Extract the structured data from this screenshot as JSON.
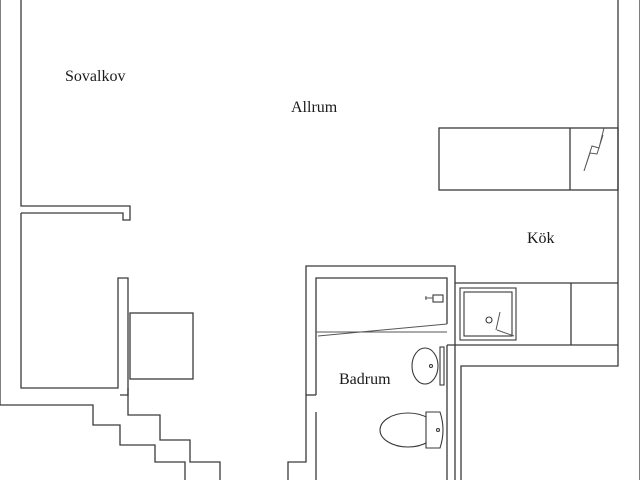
{
  "rooms": {
    "sovalkov": "Sovalkov",
    "allrum": "Allrum",
    "kok": "Kök",
    "badrum": "Badrum"
  },
  "colors": {
    "line": "#3a3a3a",
    "background": "#ffffff",
    "text": "#1a1a1a"
  }
}
